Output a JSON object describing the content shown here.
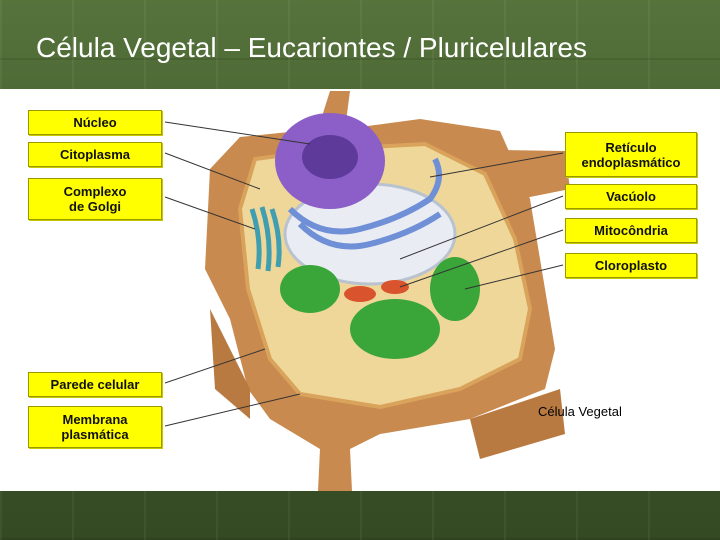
{
  "slide": {
    "title": "Célula Vegetal – Eucariontes / Pluricelulares"
  },
  "diagram": {
    "caption": "Célula Vegetal",
    "labels_left": {
      "nucleo": "Núcleo",
      "citoplasma": "Citoplasma",
      "golgi_line1": "Complexo",
      "golgi_line2": "de Golgi",
      "parede": "Parede celular",
      "membrana_line1": "Membrana",
      "membrana_line2": "plasmática"
    },
    "labels_right": {
      "reticulo_line1": "Retículo",
      "reticulo_line2": "endoplasmático",
      "vacuolo": "Vacúolo",
      "mitocondria": "Mitocôndria",
      "cloroplasto": "Cloroplasto"
    },
    "colors": {
      "label_fill": "#ffff00",
      "cell_wall": "#c98a4f",
      "cytoplasm": "#efd79a",
      "nucleus": "#8b5fc7",
      "vacuole": "#e9edf3",
      "chloroplast": "#3aa63a",
      "er": "#6f8fd6",
      "golgi": "#3f9fb0",
      "mitochondria": "#d9542c"
    }
  }
}
